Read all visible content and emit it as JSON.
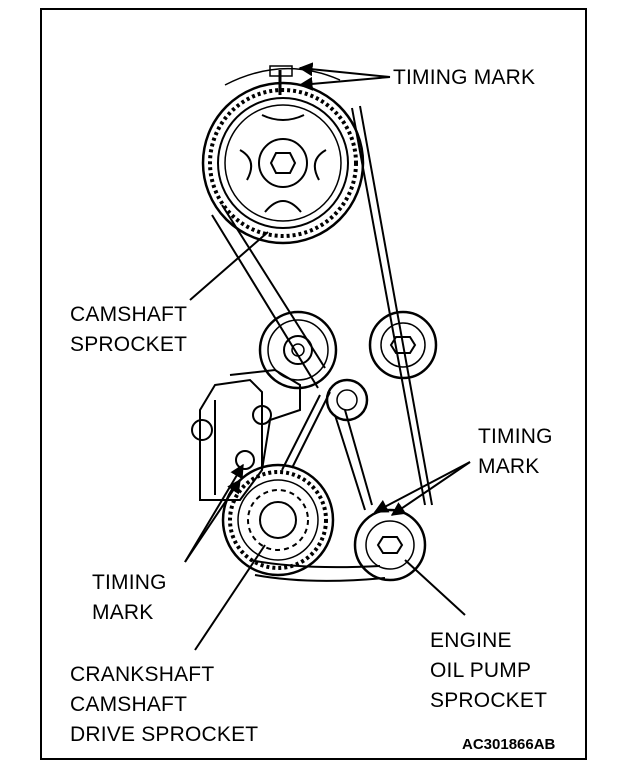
{
  "labels": {
    "timing_mark_top": "TIMING MARK",
    "camshaft_sprocket": [
      "CAMSHAFT",
      "SPROCKET"
    ],
    "timing_mark_right": [
      "TIMING",
      "MARK"
    ],
    "timing_mark_left": [
      "TIMING",
      "MARK"
    ],
    "crankshaft_sprocket": [
      "CRANKSHAFT",
      "CAMSHAFT",
      "DRIVE SPROCKET"
    ],
    "oil_pump_sprocket": [
      "ENGINE",
      "OIL PUMP",
      "SPROCKET"
    ]
  },
  "figure_code": "AC301866AB"
}
